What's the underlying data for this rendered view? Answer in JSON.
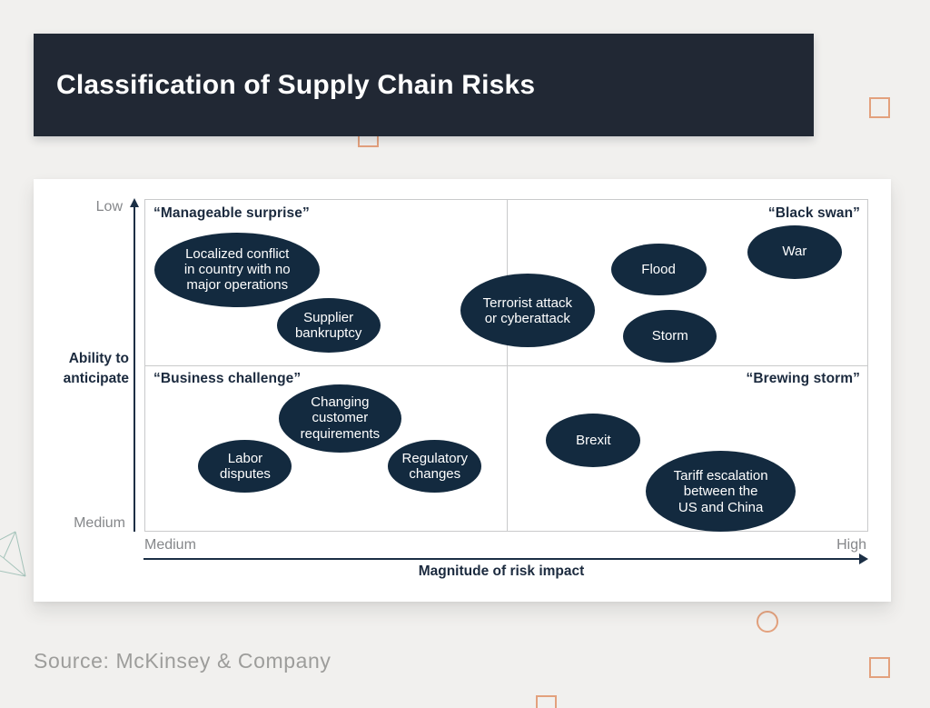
{
  "header": {
    "title": "Classification of Supply Chain Risks"
  },
  "source": {
    "text": "Source: McKinsey & Company"
  },
  "colors": {
    "page_bg": "#f1f0ee",
    "header_bg": "#212834",
    "panel_bg": "#ffffff",
    "bubble_fill": "#132a3f",
    "navy_text": "#1b2a3e",
    "gray_text": "#85878a",
    "grid_line": "#c9cacb",
    "accent_orange": "#e3a17d",
    "accent_teal": "#a6c4bb"
  },
  "chart_data": {
    "type": "scatter",
    "title": "Classification of Supply Chain Risks",
    "xlabel": "Magnitude of risk impact",
    "ylabel": "Ability to\nanticipate",
    "x_axis": {
      "min_label": "Medium",
      "max_label": "High"
    },
    "y_axis": {
      "top_label": "Low",
      "bottom_label": "Medium"
    },
    "grid": "2x2 quadrants",
    "legend": "none",
    "quadrants": [
      {
        "position": "top-left",
        "label": "“Manageable surprise”"
      },
      {
        "position": "top-right",
        "label": "“Black swan”"
      },
      {
        "position": "bottom-left",
        "label": "“Business challenge”"
      },
      {
        "position": "bottom-right",
        "label": "“Brewing storm”"
      }
    ],
    "points": [
      {
        "label": "Localized conflict\nin country with no\nmajor operations",
        "quadrant": "Manageable surprise",
        "x": 0.127,
        "y": 0.21,
        "w": 182,
        "h": 82
      },
      {
        "label": "Supplier\nbankruptcy",
        "quadrant": "Manageable surprise",
        "x": 0.253,
        "y": 0.377,
        "w": 114,
        "h": 60
      },
      {
        "label": "Terrorist attack\nor cyberattack",
        "quadrant": "Black swan",
        "x": 0.528,
        "y": 0.333,
        "w": 148,
        "h": 81
      },
      {
        "label": "Flood",
        "quadrant": "Black swan",
        "x": 0.709,
        "y": 0.208,
        "w": 105,
        "h": 57
      },
      {
        "label": "Storm",
        "quadrant": "Black swan",
        "x": 0.725,
        "y": 0.41,
        "w": 103,
        "h": 58
      },
      {
        "label": "War",
        "quadrant": "Black swan",
        "x": 0.897,
        "y": 0.156,
        "w": 104,
        "h": 59
      },
      {
        "label": "Changing\ncustomer\nrequirements",
        "quadrant": "Business challenge",
        "x": 0.269,
        "y": 0.656,
        "w": 135,
        "h": 75
      },
      {
        "label": "Labor\ndisputes",
        "quadrant": "Business challenge",
        "x": 0.138,
        "y": 0.801,
        "w": 103,
        "h": 58
      },
      {
        "label": "Regulatory\nchanges",
        "quadrant": "Business challenge",
        "x": 0.4,
        "y": 0.801,
        "w": 103,
        "h": 58
      },
      {
        "label": "Brexit",
        "quadrant": "Brewing storm",
        "x": 0.619,
        "y": 0.724,
        "w": 104,
        "h": 59
      },
      {
        "label": "Tariff escalation\nbetween the\nUS and China",
        "quadrant": "Brewing storm",
        "x": 0.795,
        "y": 0.877,
        "w": 165,
        "h": 89
      }
    ]
  }
}
